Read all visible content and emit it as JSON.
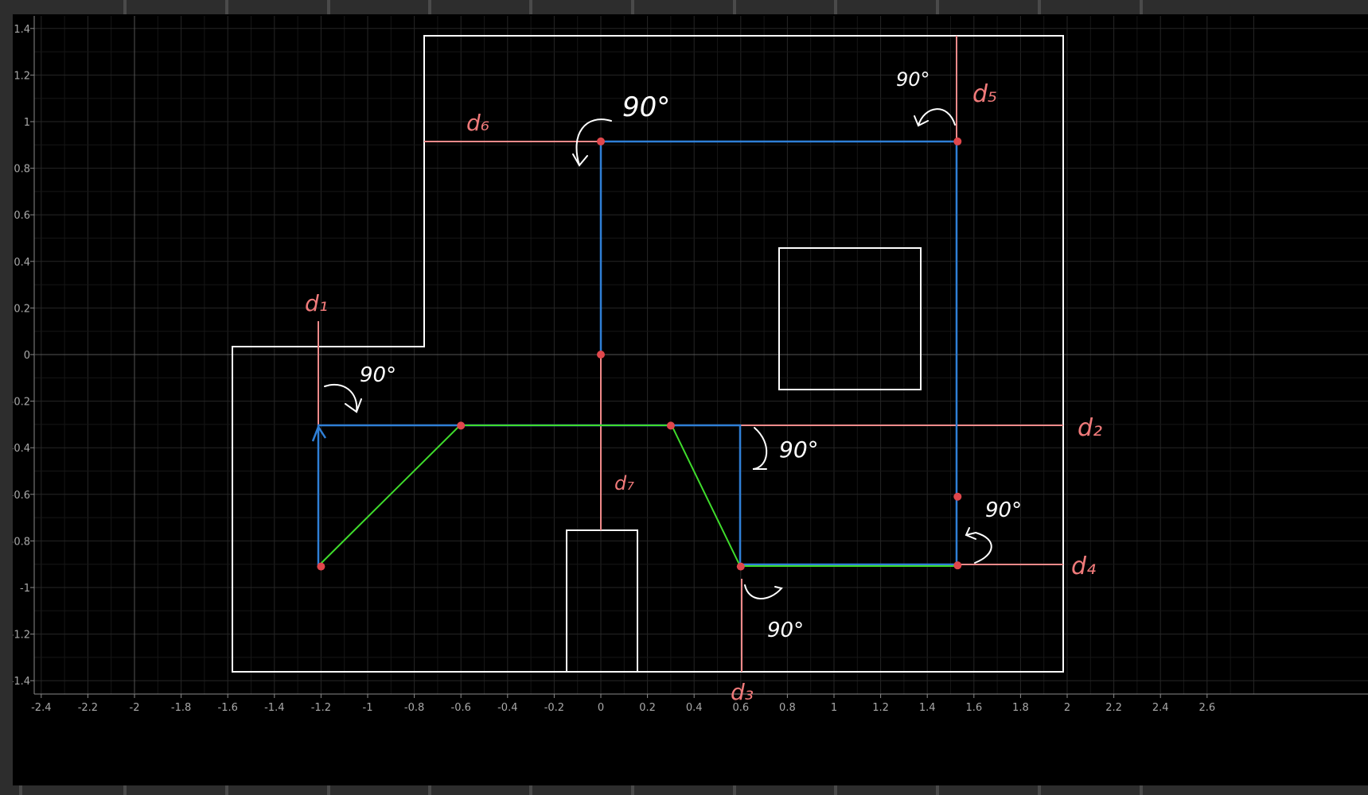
{
  "axes": {
    "x_ticks": [
      "-2.4",
      "-2.2",
      "-2",
      "-1.8",
      "-1.6",
      "-1.4",
      "-1.2",
      "-1",
      "-0.8",
      "-0.6",
      "-0.4",
      "-0.2",
      "0",
      "0.2",
      "0.4",
      "0.6",
      "0.8",
      "1",
      "1.2",
      "1.4",
      "1.6",
      "1.8",
      "2",
      "2.2",
      "2.4",
      "2.6"
    ],
    "y_ticks": [
      "1.4",
      "1.2",
      "1",
      "0.8",
      "0.6",
      "0.4",
      "0.2",
      "0",
      "-0.2",
      "-0.4",
      "-0.6",
      "-0.8",
      "-1",
      "-1.2",
      "-1.4"
    ],
    "x_values": [
      -2.4,
      -2.2,
      -2,
      -1.8,
      -1.6,
      -1.4,
      -1.2,
      -1,
      -0.8,
      -0.6,
      -0.4,
      -0.2,
      0,
      0.2,
      0.4,
      0.6,
      0.8,
      1,
      1.2,
      1.4,
      1.6,
      1.8,
      2,
      2.2,
      2.4,
      2.6
    ],
    "y_values": [
      1.4,
      1.2,
      1,
      0.8,
      0.6,
      0.4,
      0.2,
      0,
      -0.2,
      -0.4,
      -0.6,
      -0.8,
      -1,
      -1.2,
      -1.4
    ],
    "grid": true
  },
  "colors": {
    "background": "#000000",
    "wall": "#ffffff",
    "path": "#2f7fd6",
    "ray": "#f08a8a",
    "shortcut": "#3fdc2c",
    "point": "#e0474c",
    "annotation_text": "#ffffff",
    "distance_label": "#f07a7a"
  },
  "distance_labels": {
    "d1": "d₁",
    "d2": "d₂",
    "d3": "d₃",
    "d4": "d₄",
    "d5": "d₅",
    "d6": "d₆",
    "d7": "d₇"
  },
  "angle_labels": [
    "90°",
    "90°",
    "90°",
    "90°",
    "90°",
    "90°"
  ],
  "points": [
    {
      "x": -1.2,
      "y": -0.91
    },
    {
      "x": -0.6,
      "y": -0.305
    },
    {
      "x": 0.3,
      "y": -0.305
    },
    {
      "x": 0.6,
      "y": -0.91
    },
    {
      "x": 1.53,
      "y": -0.905
    },
    {
      "x": 1.53,
      "y": -0.61
    },
    {
      "x": 1.53,
      "y": 0.915
    },
    {
      "x": 0.0,
      "y": 0.915
    },
    {
      "x": 0.0,
      "y": 0.0
    }
  ]
}
